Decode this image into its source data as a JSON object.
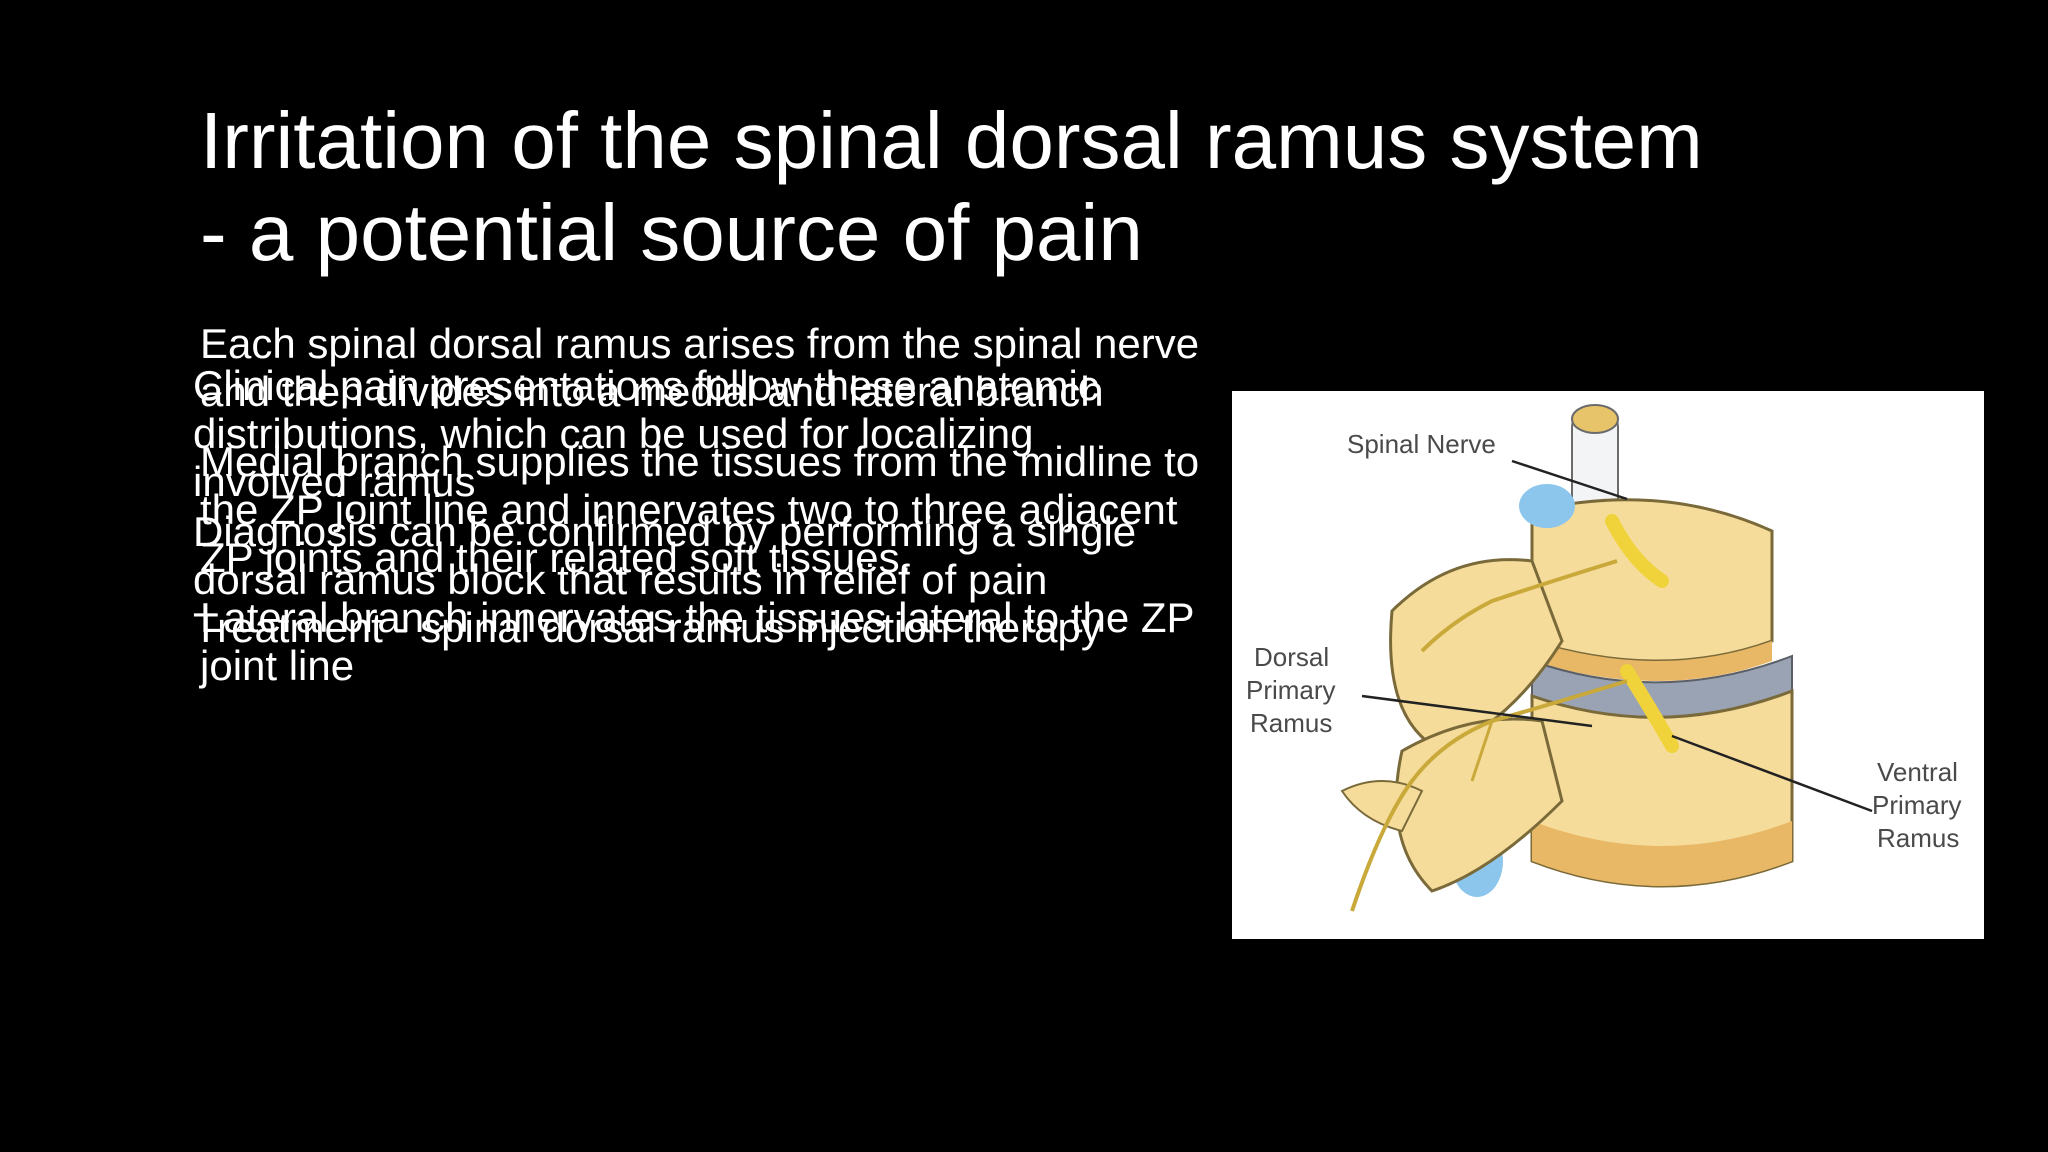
{
  "slide": {
    "title_line1": "Irritation of the spinal dorsal ramus system",
    "title_line2": "- a potential source of pain",
    "block_a": [
      "Each spinal dorsal ramus arises from the spinal nerve and then divides into a medial and lateral branch",
      "Medial branch supplies the tissues from the midline to the ZP joint line and innervates two to three adjacent ZP joints and their related soft tissues.",
      "Lateral branch innervates the tissues lateral to the ZP joint line"
    ],
    "block_b": [
      "Clinical pain presentations follow these anatomic distributions, which can be used for localizing involved ramus",
      "Diagnosis can be confirmed by performing a single dorsal ramus block that results in relief of pain",
      "Treatment - spinal dorsal ramus injection therapy"
    ]
  },
  "figure": {
    "label_spinal_nerve": "Spinal Nerve",
    "label_dorsal_1": "Dorsal",
    "label_dorsal_2": "Primary",
    "label_dorsal_3": "Ramus",
    "label_ventral_1": "Ventral",
    "label_ventral_2": "Primary",
    "label_ventral_3": "Ramus",
    "colors": {
      "bone": "#f6dc9a",
      "bone_shade": "#e8b866",
      "nerve": "#f0d23a",
      "disc": "#9aa3b3",
      "cartilage": "#8cc6ec"
    }
  }
}
